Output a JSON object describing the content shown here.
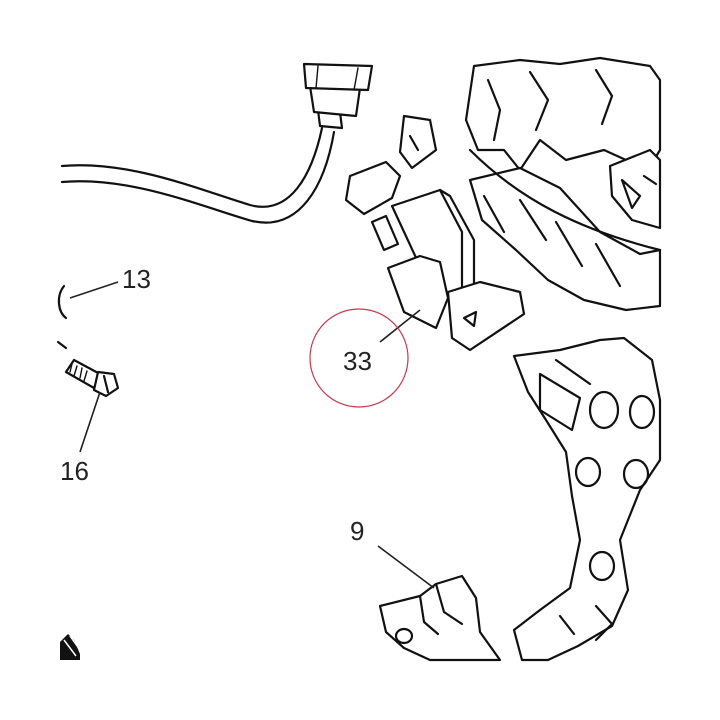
{
  "callouts": {
    "c13": "13",
    "c16": "16",
    "c33": "33",
    "c9": "9"
  },
  "highlight": {
    "callout": "33",
    "ring_color": "#c8384a"
  },
  "colors": {
    "line": "#111111",
    "background": "#ffffff"
  }
}
